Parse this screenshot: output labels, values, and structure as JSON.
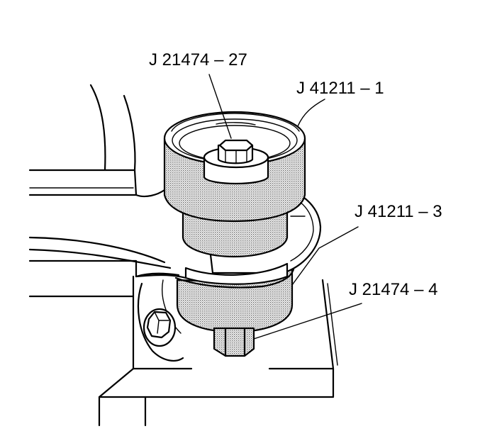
{
  "labels": {
    "bolt_tool": "J 21474 – 27",
    "upper_receiver": "J 41211 – 1",
    "lower_receiver": "J 41211 – 3",
    "screw_tool": "J 21474 – 4"
  }
}
